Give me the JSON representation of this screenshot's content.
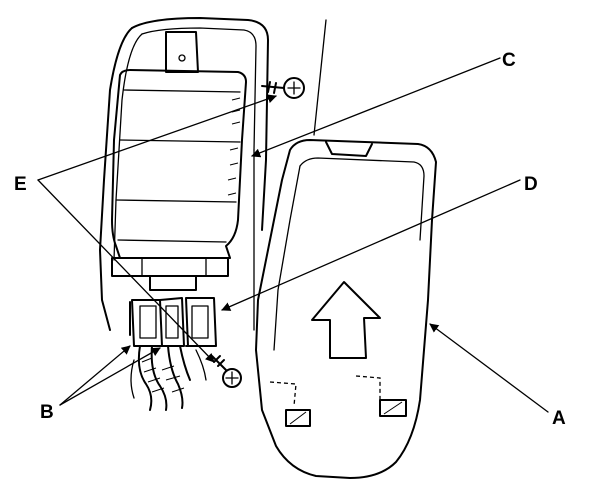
{
  "labels": {
    "a": "A",
    "b": "B",
    "c": "C",
    "d": "D",
    "e": "E"
  },
  "icons": {
    "arrow": "up-arrow-icon",
    "screw": "screw-icon"
  },
  "colors": {
    "ink": "#000000",
    "paper": "#ffffff"
  }
}
